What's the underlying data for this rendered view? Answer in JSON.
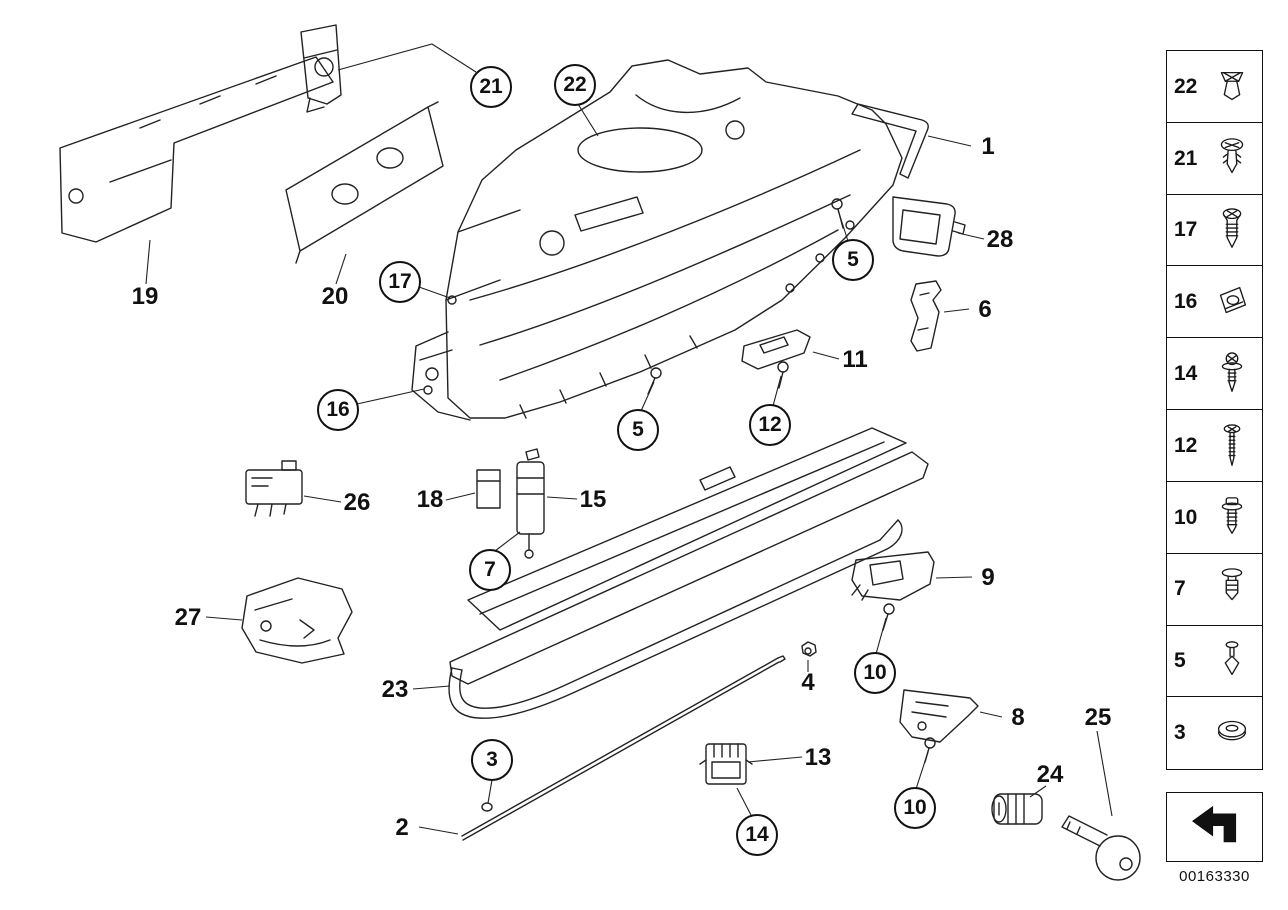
{
  "diagram": {
    "callouts": [
      {
        "label": "21",
        "circled": true
      },
      {
        "label": "22",
        "circled": true
      },
      {
        "label": "1",
        "circled": false
      },
      {
        "label": "28",
        "circled": false
      },
      {
        "label": "5",
        "circled": true
      },
      {
        "label": "6",
        "circled": false
      },
      {
        "label": "17",
        "circled": true
      },
      {
        "label": "11",
        "circled": false
      },
      {
        "label": "19",
        "circled": false
      },
      {
        "label": "20",
        "circled": false
      },
      {
        "label": "16",
        "circled": true
      },
      {
        "label": "5",
        "circled": true
      },
      {
        "label": "12",
        "circled": true
      },
      {
        "label": "26",
        "circled": false
      },
      {
        "label": "18",
        "circled": false
      },
      {
        "label": "15",
        "circled": false
      },
      {
        "label": "7",
        "circled": true
      },
      {
        "label": "27",
        "circled": false
      },
      {
        "label": "9",
        "circled": false
      },
      {
        "label": "10",
        "circled": true
      },
      {
        "label": "4",
        "circled": false
      },
      {
        "label": "23",
        "circled": false
      },
      {
        "label": "8",
        "circled": false
      },
      {
        "label": "25",
        "circled": false
      },
      {
        "label": "13",
        "circled": false
      },
      {
        "label": "3",
        "circled": true
      },
      {
        "label": "24",
        "circled": false
      },
      {
        "label": "10",
        "circled": true
      },
      {
        "label": "14",
        "circled": true
      },
      {
        "label": "2",
        "circled": false
      }
    ]
  },
  "sidebar": {
    "items": [
      {
        "label": "22",
        "icon": "expansion-rivet-icon"
      },
      {
        "label": "21",
        "icon": "clip-fastener-icon"
      },
      {
        "label": "17",
        "icon": "screw-icon"
      },
      {
        "label": "16",
        "icon": "clip-nut-icon"
      },
      {
        "label": "14",
        "icon": "screw-washer-icon"
      },
      {
        "label": "12",
        "icon": "long-screw-icon"
      },
      {
        "label": "10",
        "icon": "bolt-washer-icon"
      },
      {
        "label": "7",
        "icon": "expanding-rivet-icon"
      },
      {
        "label": "5",
        "icon": "plastic-plug-icon"
      },
      {
        "label": "3",
        "icon": "grommet-icon"
      }
    ],
    "doc_number": "00163330"
  }
}
